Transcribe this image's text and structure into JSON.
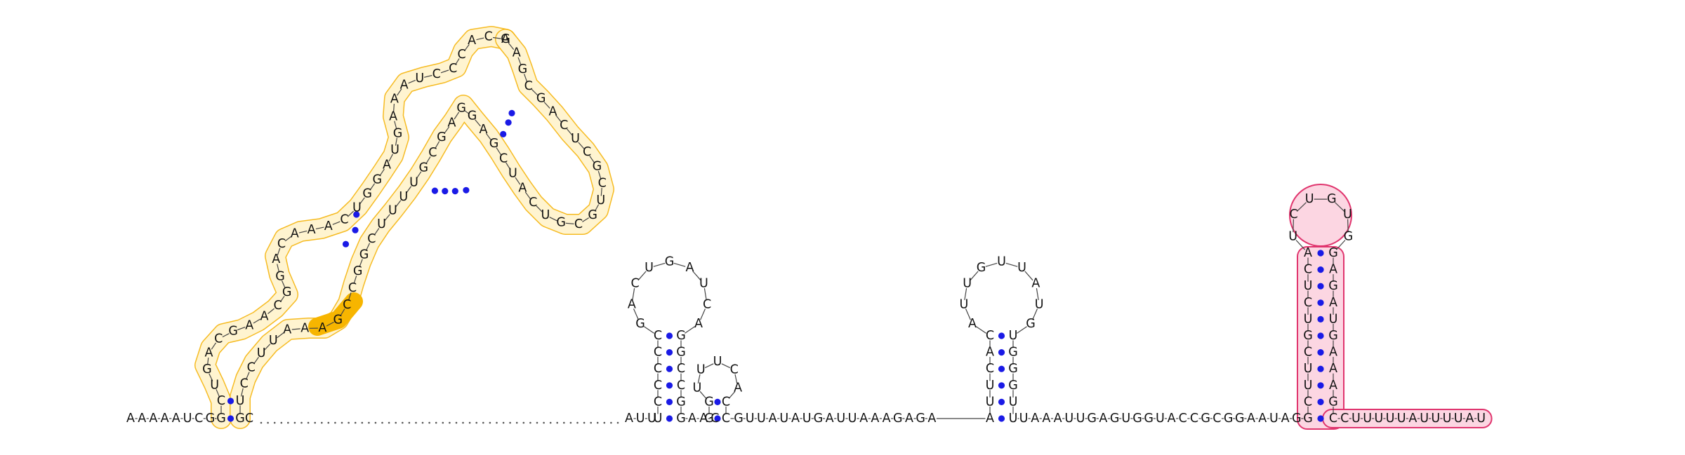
{
  "diagram": {
    "type": "rna-secondary-structure",
    "colors": {
      "nucleotide": "#111111",
      "backbone": "#444444",
      "pair_dot": "#1a1ae6",
      "highlight_yellow_outline": "#f5b40a",
      "highlight_yellow_fill": "#fff4d0",
      "highlight_yellow_solid": "#f7b500",
      "highlight_pink_outline": "#e0356e",
      "highlight_pink_fill": "#fcd6e2"
    },
    "baseline": {
      "lead": "AAAAAUCG",
      "after_hp1": "C",
      "gap_count": 54,
      "mid1": "AUU",
      "mid2": "AAC",
      "mid3": "GUUAUAUGAUUAAAGAGA",
      "mid4": "UAAAUUGAGUGGUACCGCGGAAUAG",
      "tail": "CUUUUUAUUUUAU"
    },
    "hp1": {
      "left": "GCUGACGAACGGACAAACUGGAUGAAAUCCCACA",
      "right": "GAGCGACUCGCUGCGUCAUCGAGGAGCGUUUUCGGCCGAAAUUCCUG",
      "ordered_seq": "GCUGACGAACGGACAAACUGGAUGAAAUCCCACAGAGCGACUCGCUGCGUCAUCGAGGAGCGUUUUCGGCCGAAAUUCCUG"
    },
    "hp2": {
      "stem_left": "UCCCCC",
      "loop": "GACUGAUCA",
      "stem_right": "GGCCGG"
    },
    "hp3": {
      "stem_left": "GG",
      "loop": "UUUCA",
      "stem_right": "CC"
    },
    "hp4": {
      "stem_left": "AUUCAC",
      "loop": "AUUGUUAUG",
      "stem_right": "UGGGUU"
    },
    "hp5": {
      "stem_left": "GCUUCGUCUCA",
      "loop": "UCUGUG",
      "stem_right": "GAGAUGAAAGC"
    }
  }
}
